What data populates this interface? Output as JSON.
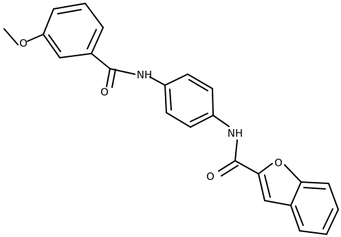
{
  "diagram": {
    "type": "chemical-structure",
    "colors": {
      "bond": "#000000",
      "label": "#000000",
      "background": "#ffffff"
    },
    "atom_labels": {
      "methoxy_o": "O",
      "methyl": "methyl",
      "carbonyl_o1": "O",
      "amide_n1": "NH",
      "amide_n2": "NH",
      "carbonyl_o2": "O",
      "furan_o": "O"
    }
  }
}
